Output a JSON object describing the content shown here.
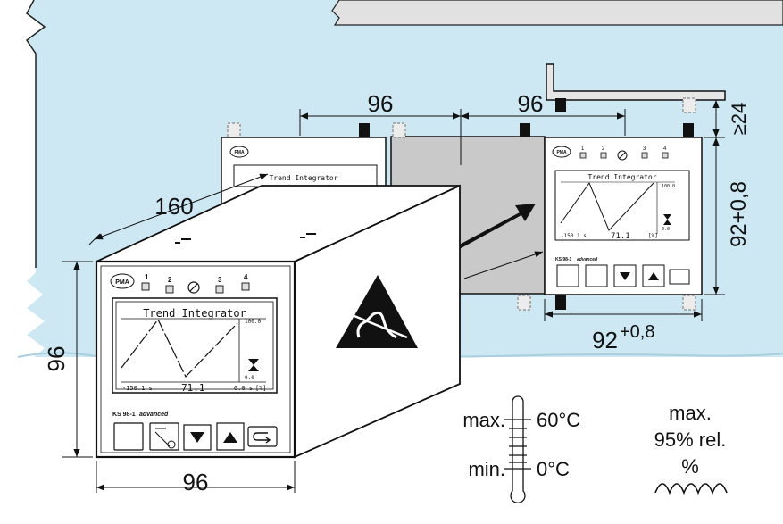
{
  "dimensions": {
    "cutout_spacing_left": "96",
    "cutout_spacing_right": "96",
    "clearance": "≥24",
    "cutout_height": "92+0,8",
    "cutout_width_base": "92",
    "cutout_width_tolerance": "+0,8",
    "depth": "160",
    "front_height": "96",
    "front_width": "96"
  },
  "device": {
    "brand": "PMA",
    "led_labels": [
      "1",
      "2",
      "3",
      "4"
    ],
    "model": "KS 98-1",
    "model_suffix": "advanced",
    "screen_title": "Trend Integrator",
    "screen_value": "71.1",
    "screen_min": "-150.1 s",
    "screen_scale_left": "0.0 s",
    "screen_unit": "[%]",
    "screen_max": "100.0",
    "screen_zero": "0.0"
  },
  "environment": {
    "max_label": "max.",
    "max_temp": "60°C",
    "min_label": "min.",
    "min_temp": "0°C",
    "humidity_max_label": "max.",
    "humidity_value": "95% rel.",
    "humidity_symbol": "%"
  },
  "colors": {
    "wall": "#cde8f3",
    "wall_edge": "#222222",
    "cutout": "#c9c9c9",
    "top_surface": "#e1e1e1",
    "device": "#ffffff",
    "ink": "#111111"
  },
  "icons": [
    "esd-warning-icon",
    "thermometer-icon",
    "humidity-icon",
    "arrow-icon"
  ]
}
